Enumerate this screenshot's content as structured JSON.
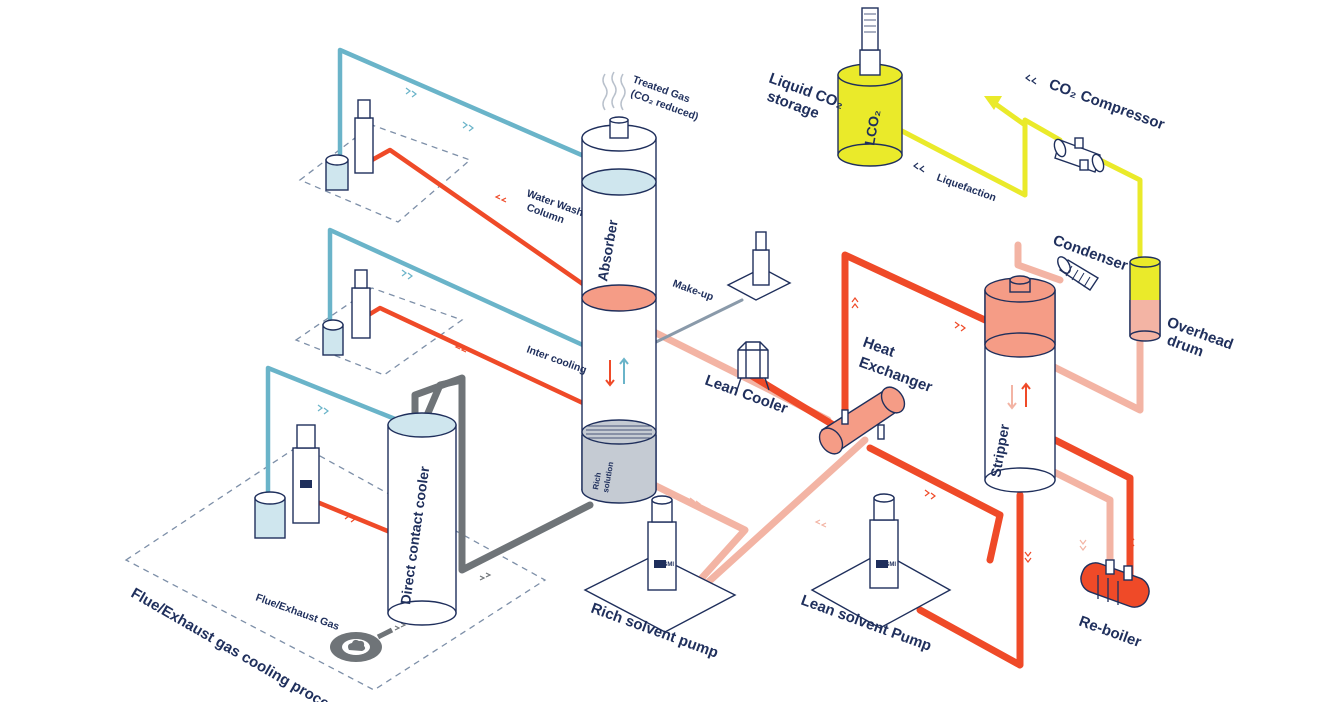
{
  "labels": {
    "treated_gas": "Treated Gas",
    "treated_gas_sub": "(CO₂ reduced)",
    "water_wash_line1": "Water Wash",
    "water_wash_line2": "Column",
    "absorber": "Absorber",
    "make_up": "Make-up",
    "inter_cooling": "Inter cooling",
    "rich_solution_line1": "Rich",
    "rich_solution_line2": "solution",
    "lean_cooler": "Lean Cooler",
    "heat_exchanger_line1": "Heat",
    "heat_exchanger_line2": "Exchanger",
    "liquid_co2_line1": "Liquid CO₂",
    "liquid_co2_line2": "storage",
    "lco2": "LCO₂",
    "liquefaction": "Liquefaction",
    "co2_compressor": "CO₂ Compressor",
    "condenser": "Condenser",
    "overhead_drum_line1": "Overhead",
    "overhead_drum_line2": "drum",
    "stripper": "Stripper",
    "reboiler": "Re-boiler",
    "direct_contact_cooler": "Direct contact cooler",
    "flue_gas": "Flue/Exhaust Gas",
    "flue_process_title": "Flue/Exhaust gas cooling process",
    "rich_solvent_pump": "Rich solvent pump",
    "lean_solvent_pump": "Lean solvent Pump",
    "pump_brand": "DESMI"
  },
  "colors": {
    "navy": "#1f2f5c",
    "cold_water": "#6ab4c9",
    "hot_water": "#ef4a28",
    "lean_solvent": "#f3b4a4",
    "co2_yellow": "#eaea2a",
    "flue_gray": "#6f7478",
    "light_blue_fill": "#cfe6ee",
    "salmon_fill": "#f59c86",
    "gray_fill": "#c5cbd3"
  }
}
